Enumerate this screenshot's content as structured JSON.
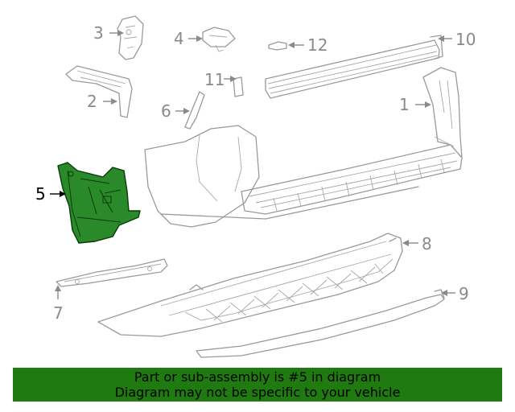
{
  "diagram": {
    "callouts": [
      {
        "number": "1"
      },
      {
        "number": "2"
      },
      {
        "number": "3"
      },
      {
        "number": "4"
      },
      {
        "number": "5"
      },
      {
        "number": "6"
      },
      {
        "number": "7"
      },
      {
        "number": "8"
      },
      {
        "number": "9"
      },
      {
        "number": "10"
      },
      {
        "number": "11"
      },
      {
        "number": "12"
      }
    ],
    "highlighted_callout": "5",
    "colors": {
      "highlight_fill": "#2a8a2a",
      "banner_bg": "#1f7a0f",
      "line_gray": "#9a9a9a"
    }
  },
  "banner": {
    "line1": "Part or sub-assembly is #5 in diagram",
    "line2": "Diagram may not be specific to your vehicle"
  }
}
